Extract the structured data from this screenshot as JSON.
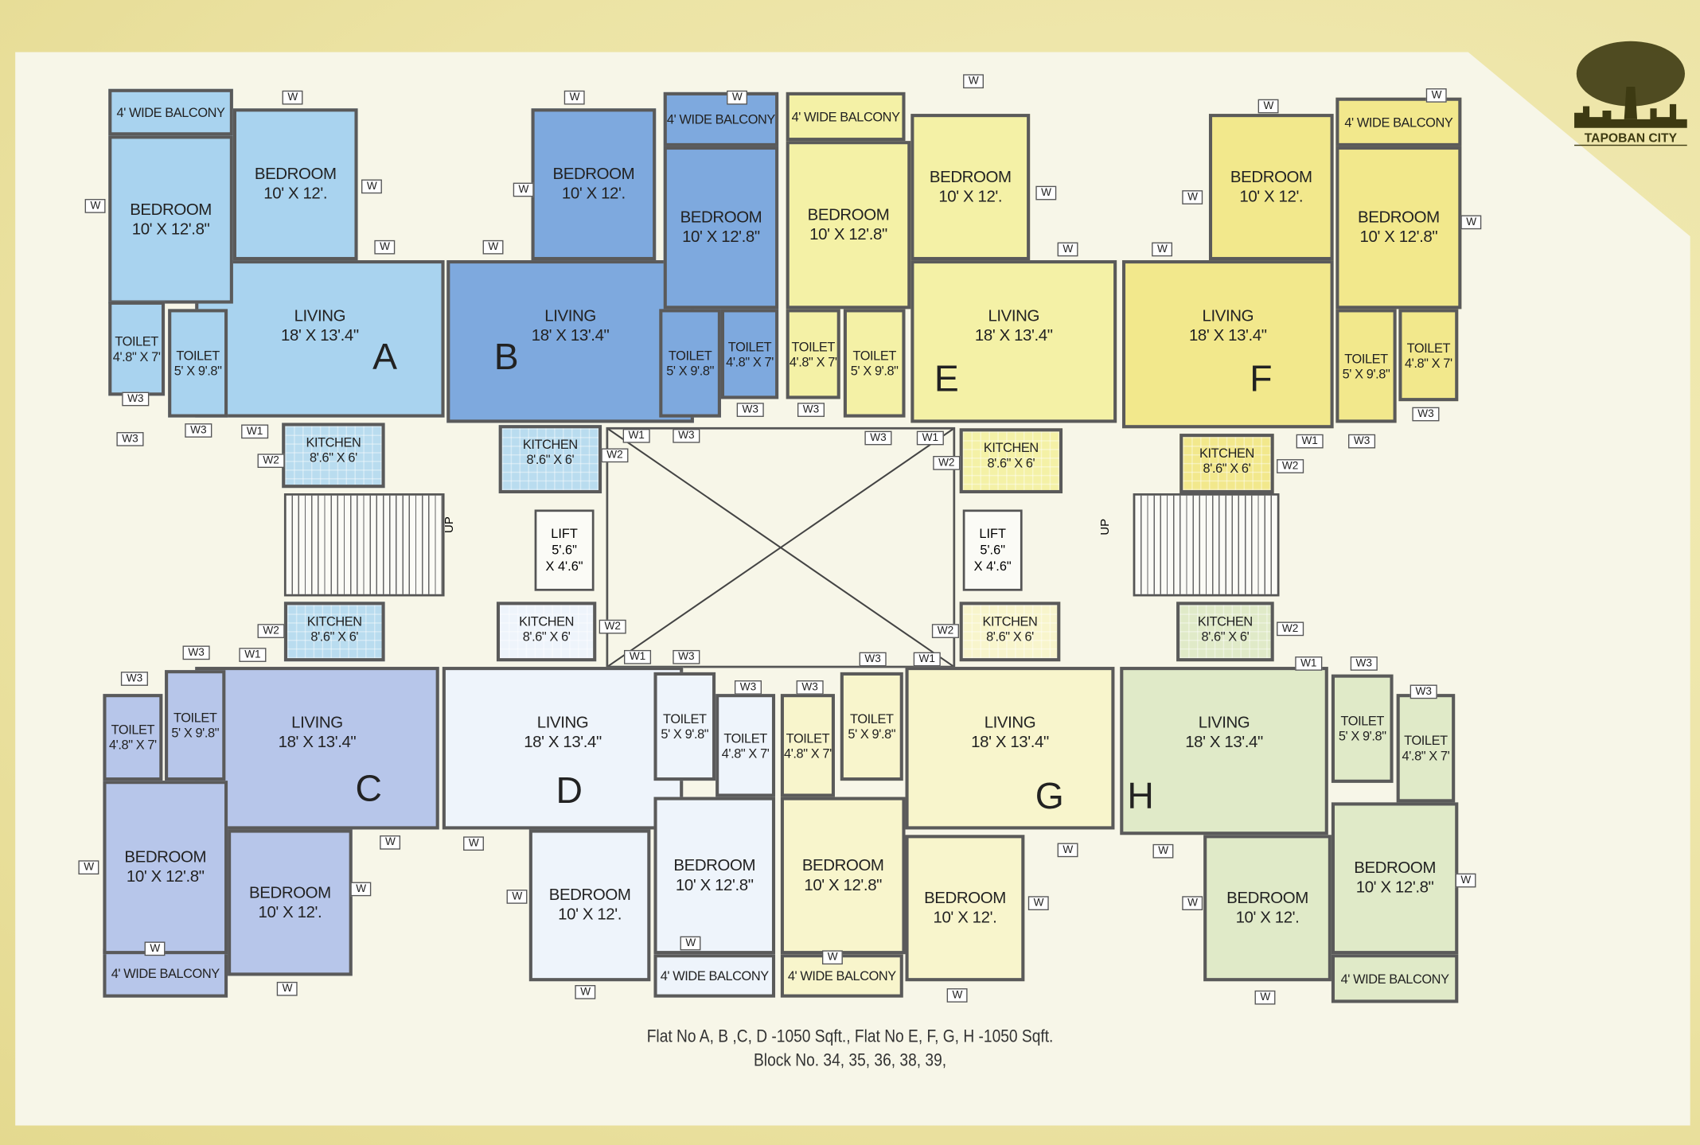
{
  "title": "Typical Floor Plan",
  "logo": {
    "text": "TAPOBAN CITY",
    "icon": "tree-skyline-logo",
    "color": "#3d3a12"
  },
  "flats": [
    {
      "id": "A",
      "letter": "A",
      "color": "#a9d3ef",
      "rooms": [
        {
          "name": "LIVING",
          "dims": "18' X 13'.4\""
        },
        {
          "name": "4' WIDE BALCONY",
          "dims": ""
        },
        {
          "name": "BEDROOM",
          "dims": "10' X 12'.8\""
        },
        {
          "name": "BEDROOM",
          "dims": "10' X 12'."
        },
        {
          "name": "TOILET",
          "dims": "4'.8\" X 7'"
        },
        {
          "name": "TOILET",
          "dims": "5' X 9'.8\""
        },
        {
          "name": "KITCHEN",
          "dims": "8'.6\" X 6'"
        }
      ]
    },
    {
      "id": "B",
      "letter": "B",
      "color": "#7ea9de",
      "rooms": [
        {
          "name": "LIVING",
          "dims": "18' X 13'.4\""
        },
        {
          "name": "4' WIDE BALCONY",
          "dims": ""
        },
        {
          "name": "BEDROOM",
          "dims": "10' X 12'.8\""
        },
        {
          "name": "BEDROOM",
          "dims": "10' X 12'."
        },
        {
          "name": "TOILET",
          "dims": "4'.8\" X 7'"
        },
        {
          "name": "TOILET",
          "dims": "5' X 9'.8\""
        },
        {
          "name": "KITCHEN",
          "dims": "8'.6\" X 6'"
        }
      ]
    },
    {
      "id": "E",
      "letter": "E",
      "color": "#f4f1a6",
      "rooms": [
        {
          "name": "LIVING",
          "dims": "18' X 13'.4\""
        },
        {
          "name": "4' WIDE BALCONY",
          "dims": ""
        },
        {
          "name": "BEDROOM",
          "dims": "10' X 12'.8\""
        },
        {
          "name": "BEDROOM",
          "dims": "10' X 12'."
        },
        {
          "name": "TOILET",
          "dims": "4'.8\" X 7'"
        },
        {
          "name": "TOILET",
          "dims": "5' X 9'.8\""
        },
        {
          "name": "KITCHEN",
          "dims": "8'.6\" X 6'"
        }
      ]
    },
    {
      "id": "F",
      "letter": "F",
      "color": "#f2e88c",
      "rooms": [
        {
          "name": "LIVING",
          "dims": "18' X 13'.4\""
        },
        {
          "name": "4' WIDE BALCONY",
          "dims": ""
        },
        {
          "name": "BEDROOM",
          "dims": "10' X 12'.8\""
        },
        {
          "name": "BEDROOM",
          "dims": "10' X 12'."
        },
        {
          "name": "TOILET",
          "dims": "4'.8\" X 7'"
        },
        {
          "name": "TOILET",
          "dims": "5' X 9'.8\""
        },
        {
          "name": "KITCHEN",
          "dims": "8'.6\" X 6'"
        }
      ]
    },
    {
      "id": "C",
      "letter": "C",
      "color": "#b7c6ea",
      "rooms": [
        {
          "name": "LIVING",
          "dims": "18' X 13'.4\""
        },
        {
          "name": "4' WIDE BALCONY",
          "dims": ""
        },
        {
          "name": "BEDROOM",
          "dims": "10' X 12'.8\""
        },
        {
          "name": "BEDROOM",
          "dims": "10' X 12'."
        },
        {
          "name": "TOILET",
          "dims": "4'.8\" X 7'"
        },
        {
          "name": "TOILET",
          "dims": "5' X 9'.8\""
        },
        {
          "name": "KITCHEN",
          "dims": "8'.6\" X 6'"
        }
      ]
    },
    {
      "id": "D",
      "letter": "D",
      "color": "#eef4fb",
      "rooms": [
        {
          "name": "LIVING",
          "dims": "18' X 13'.4\""
        },
        {
          "name": "4' WIDE BALCONY",
          "dims": ""
        },
        {
          "name": "BEDROOM",
          "dims": "10' X 12'.8\""
        },
        {
          "name": "BEDROOM",
          "dims": "10' X 12'."
        },
        {
          "name": "TOILET",
          "dims": "4'.8\" X 7'"
        },
        {
          "name": "TOILET",
          "dims": "5' X 9'.8\""
        },
        {
          "name": "KITCHEN",
          "dims": "8'.6\" X 6'"
        }
      ]
    },
    {
      "id": "G",
      "letter": "G",
      "color": "#f8f5cc",
      "rooms": [
        {
          "name": "LIVING",
          "dims": "18' X 13'.4\""
        },
        {
          "name": "4' WIDE BALCONY",
          "dims": ""
        },
        {
          "name": "BEDROOM",
          "dims": "10' X 12'.8\""
        },
        {
          "name": "BEDROOM",
          "dims": "10' X 12'."
        },
        {
          "name": "TOILET",
          "dims": "4'.8\" X 7'"
        },
        {
          "name": "TOILET",
          "dims": "5' X 9'.8\""
        },
        {
          "name": "KITCHEN",
          "dims": "8'.6\" X 6'"
        }
      ]
    },
    {
      "id": "H",
      "letter": "H",
      "color": "#e0eac8",
      "rooms": [
        {
          "name": "LIVING",
          "dims": "18' X 13'.4\""
        },
        {
          "name": "4' WIDE BALCONY",
          "dims": ""
        },
        {
          "name": "BEDROOM",
          "dims": "10' X 12'.8\""
        },
        {
          "name": "BEDROOM",
          "dims": "10' X 12'."
        },
        {
          "name": "TOILET",
          "dims": "4'.8\" X 7'"
        },
        {
          "name": "TOILET",
          "dims": "5' X 9'.8\""
        },
        {
          "name": "KITCHEN",
          "dims": "8'.6\" X 6'"
        }
      ]
    }
  ],
  "core": {
    "lift_label": "LIFT",
    "lift_dims_1": "5'.6\"",
    "lift_dims_2": "X 4'.6\"",
    "stair_label": "UP"
  },
  "windows": [
    "W",
    "W",
    "W",
    "W",
    "W3",
    "W3",
    "W3",
    "W1",
    "W2",
    "W",
    "W",
    "W",
    "W",
    "W2",
    "W1",
    "W3",
    "W3",
    "W3",
    "W",
    "W",
    "W",
    "W",
    "W",
    "W",
    "W",
    "W",
    "W3",
    "W1",
    "W2",
    "W3",
    "W3",
    "W1",
    "W2",
    "W3",
    "W1",
    "W2",
    "W3",
    "W",
    "W",
    "W",
    "W",
    "W",
    "W2",
    "W1",
    "W3",
    "W3",
    "W3",
    "W",
    "W",
    "W",
    "W",
    "W",
    "W3",
    "W1",
    "W2",
    "W",
    "W",
    "W",
    "W",
    "W",
    "W",
    "W",
    "W2",
    "W1",
    "W3",
    "W3"
  ],
  "caption": {
    "line1": "Flat No A, B ,C, D -1050 Sqft., Flat No E, F, G, H -1050 Sqft.",
    "line2": "Block No. 34, 35, 36, 38, 39,"
  }
}
